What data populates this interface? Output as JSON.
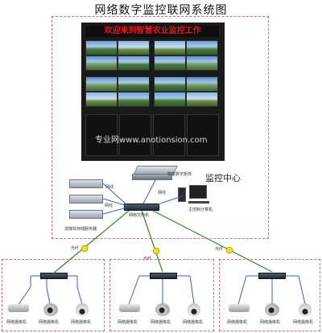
{
  "title": "网络数字监控联网系统图",
  "banner": "欢迎来到智慧农业监控工作",
  "watermark": "专业网www.anotionsion.com",
  "center_label": "监控中心",
  "nvr_label": "智能数字矩阵",
  "storage_label": "流媒体存储服务器",
  "pc_label": "主控制计算机",
  "core_switch_label": "网络交换机",
  "cable_label": "网线",
  "fiber_label": "光纤",
  "camera_label": "网络摄像机",
  "colors": {
    "boundary": "#d46a7a",
    "network_line": "#3b5fc0",
    "fiber_line": "#2a8a2a",
    "banner_text": "#e01818"
  },
  "icons": [
    "video-wall-icon",
    "nvr-icon",
    "server-icon",
    "computer-icon",
    "switch-icon",
    "bullet-camera-icon",
    "dome-camera-icon",
    "lightning-icon"
  ]
}
